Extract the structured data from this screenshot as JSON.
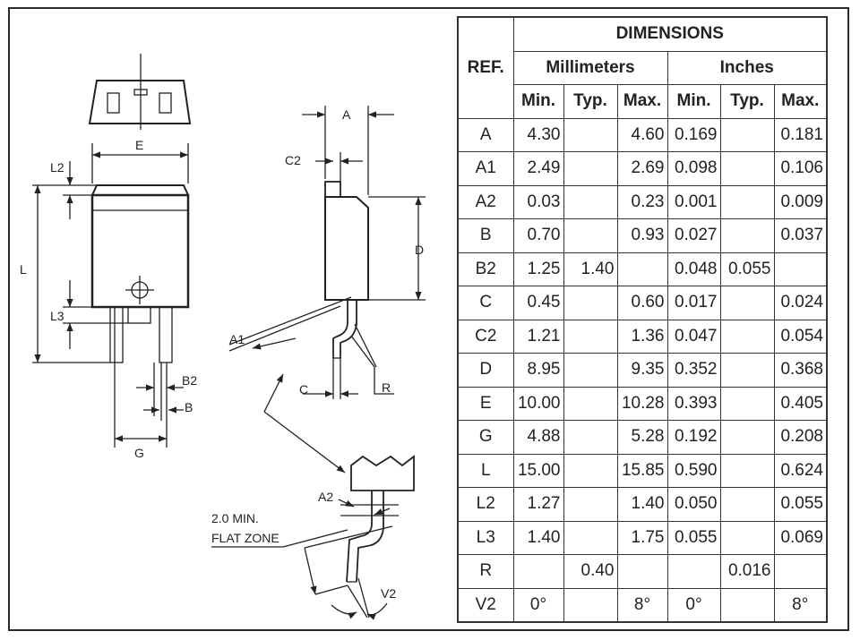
{
  "drawing": {
    "labels": {
      "E": "E",
      "L2": "L2",
      "L": "L",
      "L3": "L3",
      "G": "G",
      "B2": "B2",
      "B": "B",
      "A": "A",
      "C2": "C2",
      "D": "D",
      "A1": "A1",
      "C": "C",
      "R": "R",
      "A2": "A2",
      "V2": "V2"
    },
    "note_line1": "2.0 MIN.",
    "note_line2": "FLAT ZONE"
  },
  "table": {
    "title": "DIMENSIONS",
    "ref_header": "REF.",
    "mm_header": "Millimeters",
    "in_header": "Inches",
    "sub_headers": [
      "Min.",
      "Typ.",
      "Max.",
      "Min.",
      "Typ.",
      "Max."
    ],
    "rows": [
      {
        "ref": "A",
        "mm_min": "4.30",
        "mm_typ": "",
        "mm_max": "4.60",
        "in_min": "0.169",
        "in_typ": "",
        "in_max": "0.181"
      },
      {
        "ref": "A1",
        "mm_min": "2.49",
        "mm_typ": "",
        "mm_max": "2.69",
        "in_min": "0.098",
        "in_typ": "",
        "in_max": "0.106"
      },
      {
        "ref": "A2",
        "mm_min": "0.03",
        "mm_typ": "",
        "mm_max": "0.23",
        "in_min": "0.001",
        "in_typ": "",
        "in_max": "0.009"
      },
      {
        "ref": "B",
        "mm_min": "0.70",
        "mm_typ": "",
        "mm_max": "0.93",
        "in_min": "0.027",
        "in_typ": "",
        "in_max": "0.037"
      },
      {
        "ref": "B2",
        "mm_min": "1.25",
        "mm_typ": "1.40",
        "mm_max": "",
        "in_min": "0.048",
        "in_typ": "0.055",
        "in_max": ""
      },
      {
        "ref": "C",
        "mm_min": "0.45",
        "mm_typ": "",
        "mm_max": "0.60",
        "in_min": "0.017",
        "in_typ": "",
        "in_max": "0.024"
      },
      {
        "ref": "C2",
        "mm_min": "1.21",
        "mm_typ": "",
        "mm_max": "1.36",
        "in_min": "0.047",
        "in_typ": "",
        "in_max": "0.054"
      },
      {
        "ref": "D",
        "mm_min": "8.95",
        "mm_typ": "",
        "mm_max": "9.35",
        "in_min": "0.352",
        "in_typ": "",
        "in_max": "0.368"
      },
      {
        "ref": "E",
        "mm_min": "10.00",
        "mm_typ": "",
        "mm_max": "10.28",
        "in_min": "0.393",
        "in_typ": "",
        "in_max": "0.405"
      },
      {
        "ref": "G",
        "mm_min": "4.88",
        "mm_typ": "",
        "mm_max": "5.28",
        "in_min": "0.192",
        "in_typ": "",
        "in_max": "0.208"
      },
      {
        "ref": "L",
        "mm_min": "15.00",
        "mm_typ": "",
        "mm_max": "15.85",
        "in_min": "0.590",
        "in_typ": "",
        "in_max": "0.624"
      },
      {
        "ref": "L2",
        "mm_min": "1.27",
        "mm_typ": "",
        "mm_max": "1.40",
        "in_min": "0.050",
        "in_typ": "",
        "in_max": "0.055"
      },
      {
        "ref": "L3",
        "mm_min": "1.40",
        "mm_typ": "",
        "mm_max": "1.75",
        "in_min": "0.055",
        "in_typ": "",
        "in_max": "0.069"
      },
      {
        "ref": "R",
        "mm_min": "",
        "mm_typ": "0.40",
        "mm_max": "",
        "in_min": "",
        "in_typ": "0.016",
        "in_max": ""
      },
      {
        "ref": "V2",
        "mm_min": "0°",
        "mm_typ": "",
        "mm_max": "8°",
        "in_min": "0°",
        "in_typ": "",
        "in_max": "8°"
      }
    ]
  }
}
